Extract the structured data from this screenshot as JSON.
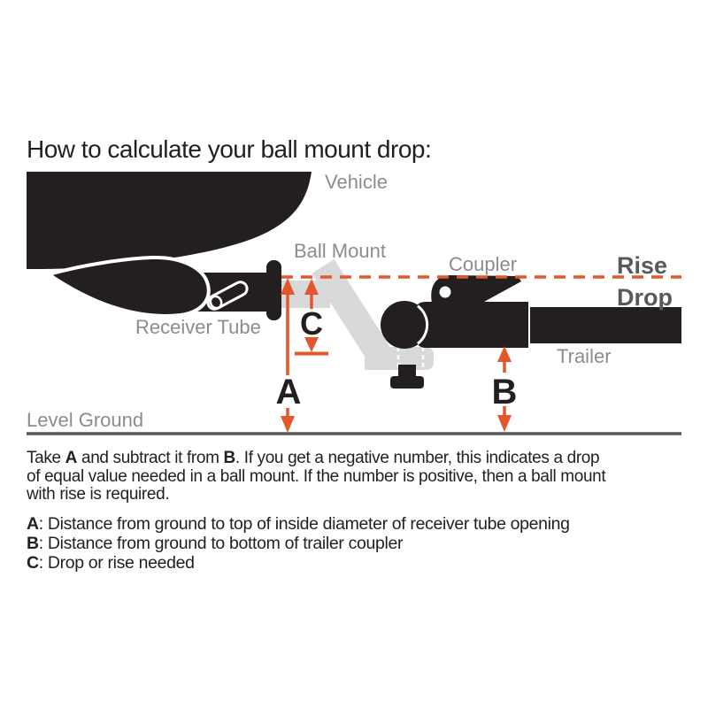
{
  "title": "How to calculate your ball mount drop:",
  "colors": {
    "ink": "#231F20",
    "accent-orange": "#E2572B",
    "label-gray": "#8A8C8F",
    "dark-gray": "#58595B",
    "mount-gray": "#D8D9DA"
  },
  "diagram": {
    "labels": {
      "vehicle": "Vehicle",
      "ball_mount": "Ball Mount",
      "coupler": "Coupler",
      "rise": "Rise",
      "drop": "Drop",
      "receiver_tube": "Receiver Tube",
      "trailer": "Trailer",
      "level_ground": "Level Ground",
      "dim_a": "A",
      "dim_b": "B",
      "dim_c": "C"
    }
  },
  "body": {
    "line1": {
      "p0": "Take ",
      "p1": "A",
      "p2": " and subtract it from ",
      "p3": "B",
      "p4": ". If you get a negative number, this indicates a drop"
    },
    "line2": "of equal value needed in a ball mount. If the number is positive, then a ball mount",
    "line3": "with rise is required."
  },
  "legend": {
    "items": [
      {
        "letter": "A",
        "rest": ": Distance from ground to top of inside diameter of receiver tube opening"
      },
      {
        "letter": "B",
        "rest": ": Distance from ground to bottom of trailer coupler"
      },
      {
        "letter": "C",
        "rest": ": Drop or rise needed"
      }
    ]
  }
}
